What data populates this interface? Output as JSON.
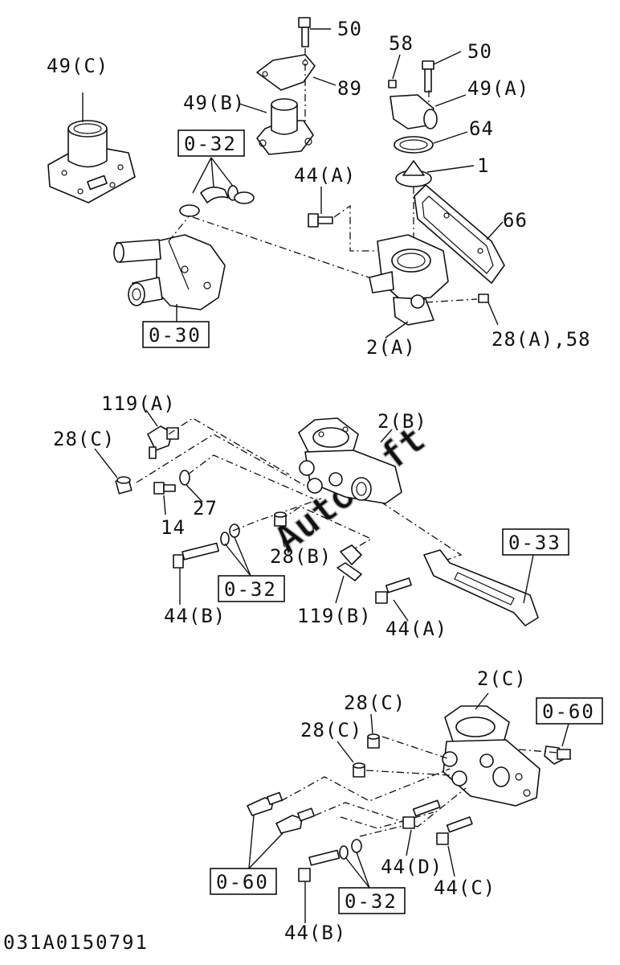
{
  "labels": {
    "l_50a": "50",
    "l_49c": "49(C)",
    "l_58": "58",
    "l_50b": "50",
    "l_89": "89",
    "l_49a": "49(A)",
    "l_49b": "49(B)",
    "l_64": "64",
    "l_1": "1",
    "l_44a_top": "44(A)",
    "l_66": "66",
    "l_2a": "2(A)",
    "l_28a58": "28(A),58",
    "l_119a": "119(A)",
    "l_2b": "2(B)",
    "l_28c_mid": "28(C)",
    "l_27": "27",
    "l_14": "14",
    "l_28b": "28(B)",
    "l_44b_mid": "44(B)",
    "l_119b": "119(B)",
    "l_44a_mid": "44(A)",
    "l_2c": "2(C)",
    "l_28c_b1": "28(C)",
    "l_28c_b2": "28(C)",
    "l_44d": "44(D)",
    "l_44c": "44(C)",
    "l_44b_bot": "44(B)"
  },
  "ref_boxes": {
    "r_032_top": "0-32",
    "r_030": "0-30",
    "r_033": "0-33",
    "r_032_mid": "0-32",
    "r_060_right": "0-60",
    "r_060_left": "0-60",
    "r_032_bot": "0-32"
  },
  "watermark": "Autosoft",
  "footer_code": "031A0150791"
}
